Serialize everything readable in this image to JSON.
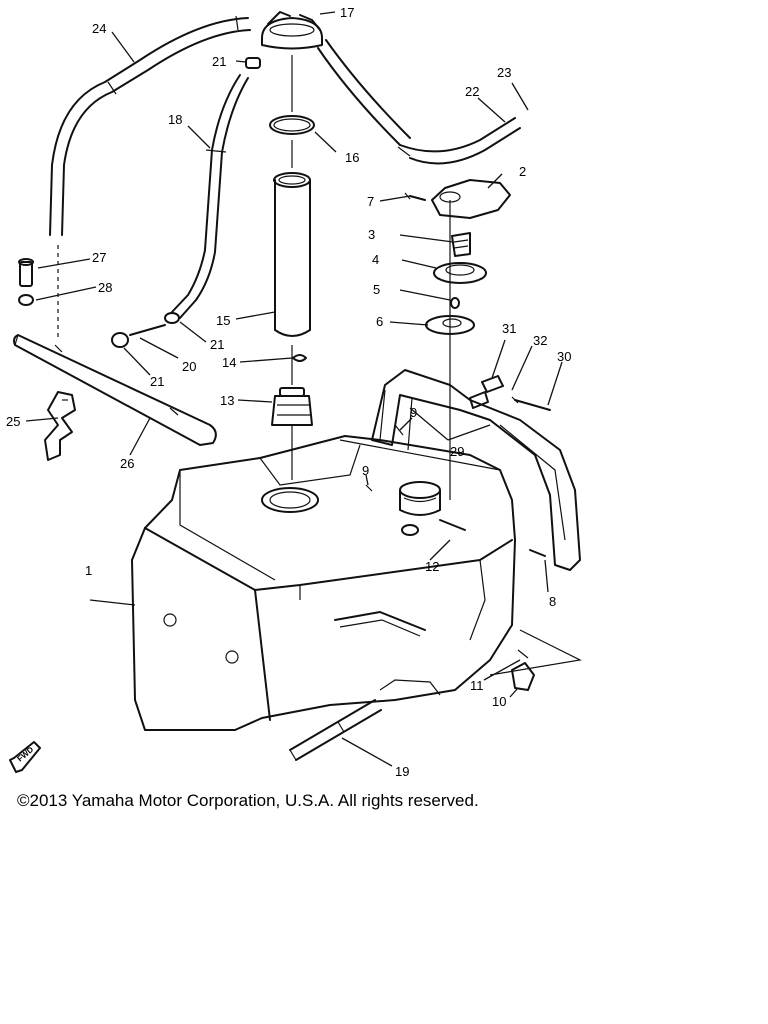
{
  "diagram": {
    "fwd_label": "FWD",
    "callouts": [
      {
        "id": "1",
        "label": "1"
      },
      {
        "id": "2",
        "label": "2"
      },
      {
        "id": "3",
        "label": "3"
      },
      {
        "id": "4",
        "label": "4"
      },
      {
        "id": "5",
        "label": "5"
      },
      {
        "id": "6",
        "label": "6"
      },
      {
        "id": "7",
        "label": "7"
      },
      {
        "id": "8",
        "label": "8"
      },
      {
        "id": "9a",
        "label": "9"
      },
      {
        "id": "9b",
        "label": "9"
      },
      {
        "id": "10",
        "label": "10"
      },
      {
        "id": "11",
        "label": "11"
      },
      {
        "id": "12",
        "label": "12"
      },
      {
        "id": "13",
        "label": "13"
      },
      {
        "id": "14",
        "label": "14"
      },
      {
        "id": "15",
        "label": "15"
      },
      {
        "id": "16",
        "label": "16"
      },
      {
        "id": "17",
        "label": "17"
      },
      {
        "id": "18",
        "label": "18"
      },
      {
        "id": "19",
        "label": "19"
      },
      {
        "id": "20",
        "label": "20"
      },
      {
        "id": "21a",
        "label": "21"
      },
      {
        "id": "21b",
        "label": "21"
      },
      {
        "id": "21c",
        "label": "21"
      },
      {
        "id": "22",
        "label": "22"
      },
      {
        "id": "23",
        "label": "23"
      },
      {
        "id": "24",
        "label": "24"
      },
      {
        "id": "25",
        "label": "25"
      },
      {
        "id": "26",
        "label": "26"
      },
      {
        "id": "27",
        "label": "27"
      },
      {
        "id": "28",
        "label": "28"
      },
      {
        "id": "29",
        "label": "29"
      },
      {
        "id": "30",
        "label": "30"
      },
      {
        "id": "31",
        "label": "31"
      },
      {
        "id": "32",
        "label": "32"
      }
    ]
  },
  "footer": {
    "copyright": "©2013 Yamaha Motor Corporation, U.S.A. All rights reserved."
  }
}
